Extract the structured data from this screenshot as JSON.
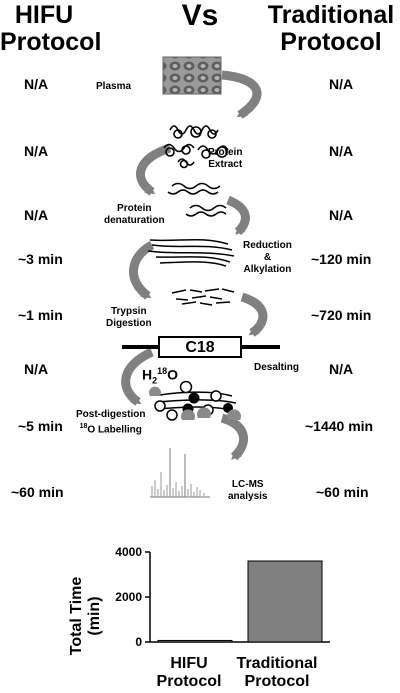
{
  "headers": {
    "left_line1": "HIFU",
    "left_line2": "Protocol",
    "center": "Vs",
    "right_line1": "Traditional",
    "right_line2": "Protocol"
  },
  "rows": [
    {
      "step": "Plasma",
      "hifu": "N/A",
      "traditional": "N/A"
    },
    {
      "step_line1": "Protein",
      "step_line2": "Extract",
      "hifu": "N/A",
      "traditional": "N/A"
    },
    {
      "step_line1": "Protein",
      "step_line2": "denaturation",
      "hifu": "N/A",
      "traditional": "N/A"
    },
    {
      "step_line1": "Reduction",
      "step_line2": "&",
      "step_line3": "Alkylation",
      "hifu": "~3 min",
      "traditional": "~120 min"
    },
    {
      "step_line1": "Trypsin",
      "step_line2": "Digestion",
      "hifu": "~1 min",
      "traditional": "~720 min"
    },
    {
      "step": "Desalting",
      "hifu": "N/A",
      "traditional": "N/A"
    },
    {
      "step_line1": "Post-digestion",
      "step_line2_sup": "18",
      "step_line2": "O Labelling",
      "hifu": "~5 min",
      "traditional": "~1440 min"
    },
    {
      "step_line1": "LC-MS",
      "step_line2": "analysis",
      "hifu": "~60 min",
      "traditional": "~60 min"
    }
  ],
  "column_label": "C18",
  "water_label": {
    "h": "H",
    "sub": "2",
    "sup": "18",
    "o": "O"
  },
  "chart_data": {
    "type": "bar",
    "categories": [
      "HIFU Protocol",
      "Traditional Protocol"
    ],
    "category_lines": [
      [
        "HIFU",
        "Protocol"
      ],
      [
        "Traditional",
        "Protocol"
      ]
    ],
    "values": [
      69,
      3600
    ],
    "ylabel_line1": "Total Time",
    "ylabel_line2": "(min)",
    "ylim": [
      0,
      4000
    ],
    "yticks": [
      0,
      2000,
      4000
    ],
    "bar_color": "#808080",
    "grid": false
  }
}
